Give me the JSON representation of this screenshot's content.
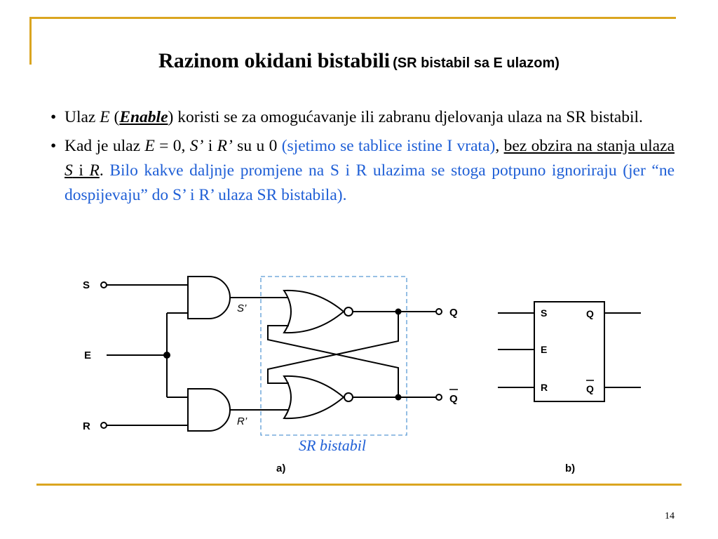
{
  "title": {
    "main": "Razinom okidani bistabili",
    "sub": "(SR bistabil sa E ulazom)"
  },
  "bullets": [
    {
      "p1": "Ulaz ",
      "e": "E",
      "p2": " (",
      "enable": "Enable",
      "p3": ") koristi se za omogućavanje ili zabranu djelovanja ulaza na SR bistabil."
    },
    {
      "p1": "Kad je ulaz ",
      "e": "E",
      "p2": " = 0,  ",
      "s": "S’",
      "p3": " i ",
      "r": "R’",
      "p4": " su u 0 ",
      "blue1": "(sjetimo se tablice istine I vrata)",
      "p5": ", ",
      "u1": "bez obzira na stanja ulaza ",
      "us": "S",
      "u2": " i ",
      "ur": "R",
      "p6": ". ",
      "blue2": "Bilo kakve daljnje promjene na S i R ulazima se stoga potpuno ignoriraju (jer “ne dospijevaju” do S’ i R’ ulaza SR bistabila)."
    }
  ],
  "figure_a": {
    "label_s": "S",
    "label_e": "E",
    "label_r": "R",
    "label_sp": "S’",
    "label_rp": "R’",
    "label_q": "Q",
    "label_qbar": "Q",
    "dashed_label": "SR bistabil",
    "caption": "a)"
  },
  "figure_b": {
    "pin_s": "S",
    "pin_e": "E",
    "pin_r": "R",
    "pin_q": "Q",
    "pin_qbar": "Q",
    "caption": "b)"
  },
  "page_number": "14",
  "colors": {
    "accent": "#DAA520",
    "blue": "#1F5FD6",
    "dashed": "#5B9BD5"
  }
}
